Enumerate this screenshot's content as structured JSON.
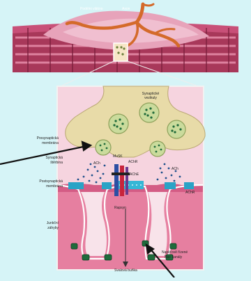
{
  "labels": {
    "top_left": "Podélni vlákno",
    "top_right": "Axon",
    "vesicles_top": "Synaptické vezikuly",
    "presynaptic_1": "Presynaptická",
    "presynaptic_2": "membrána",
    "cleft_1": "Synaptická",
    "cleft_2": "štěrbina",
    "postsyn_1": "Postsynaptická",
    "postsyn_2": "membrána",
    "junctional_1": "Junkční",
    "junctional_2": "záhyby",
    "ach_left": "ACh",
    "ach_mid": "AChR",
    "muscle_mid": "MuSK",
    "achr_mid": "AChE",
    "ach_right": "ACh",
    "achr_right": "AChR",
    "rapsyn": "Rapsyn",
    "sodium_1": "Napěťově řízené",
    "sodium_2": "Na+ kanály",
    "muscle_cell": "Svalová buňka"
  },
  "colors": {
    "background": "#d6f4f7",
    "muscle_fiber": "#b23a5e",
    "muscle_stripe": "#d97a98",
    "terminal": "#e8d9a8",
    "cleft_pink": "#f6cfdc",
    "vesicle": "#c9d99a",
    "receptor": "#2aa1c4",
    "channel": "#1e6b3c",
    "nerve": "#d9742e",
    "arrow": "#111111"
  }
}
